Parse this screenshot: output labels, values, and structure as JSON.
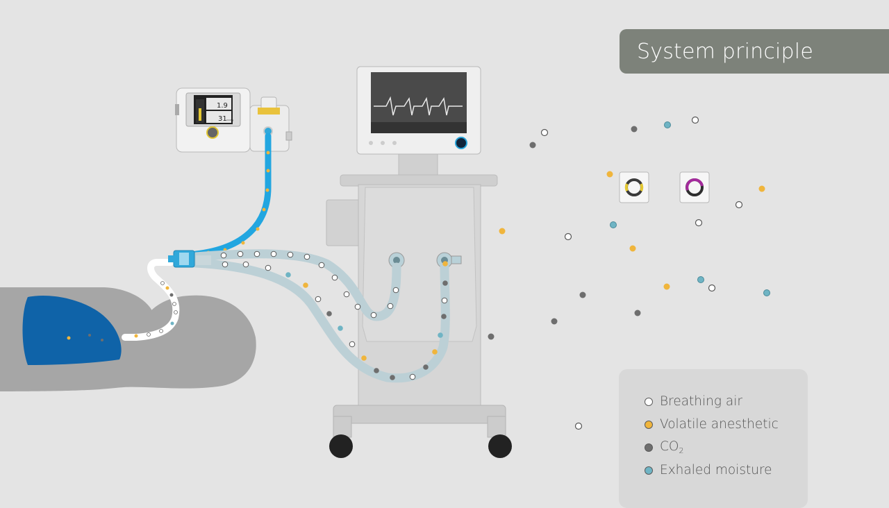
{
  "title": "System principle",
  "legend": [
    {
      "key": "air",
      "label": "Breathing air",
      "color": "#ffffff"
    },
    {
      "key": "anesthetic",
      "label": "Volatile anesthetic",
      "color": "#f0b53c"
    },
    {
      "key": "co2",
      "label": "CO",
      "subscript": "2",
      "color": "#6e6e6e"
    },
    {
      "key": "moisture",
      "label": "Exhaled moisture",
      "color": "#6fb4c4"
    }
  ],
  "monitor_device": {
    "readout_primary": "1.9",
    "readout_secondary": "31",
    "unit_secondary": "mmHg"
  },
  "colors": {
    "background": "#e4e4e4",
    "patient": "#a6a6a6",
    "lungs": "#0f63a8",
    "sample_line": "#22a6e0",
    "breathing_tube": "#bcd0d6",
    "machine_body": "#d6d6d6",
    "banner": "#7d827a"
  }
}
